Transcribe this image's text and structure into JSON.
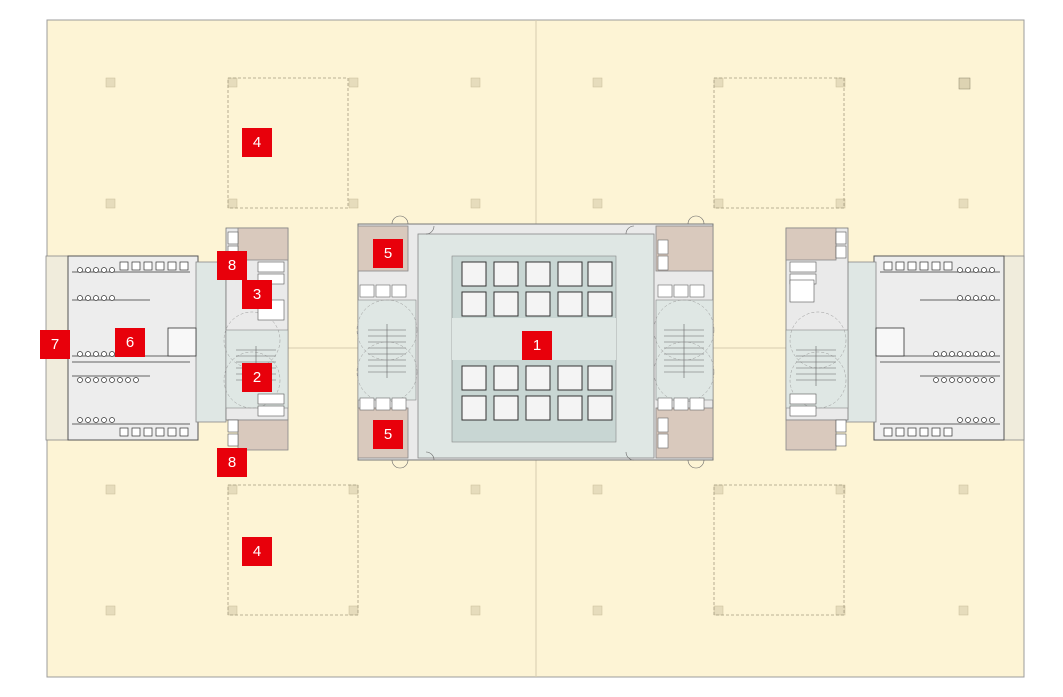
{
  "colors": {
    "floor": "#fdf4d5",
    "outline": "#9c9c9c",
    "core": "#dfe7e4",
    "elevator_hall": "#c8d6d3",
    "room_dark": "#d9c9bd",
    "toilet": "#ededed",
    "fixture": "#444444",
    "marker": "#e8000b",
    "marker_text": "#ffffff"
  },
  "markers": [
    {
      "id": "m1",
      "label": "1"
    },
    {
      "id": "m2",
      "label": "2"
    },
    {
      "id": "m3",
      "label": "3"
    },
    {
      "id": "m4a",
      "label": "4"
    },
    {
      "id": "m4b",
      "label": "4"
    },
    {
      "id": "m5a",
      "label": "5"
    },
    {
      "id": "m5b",
      "label": "5"
    },
    {
      "id": "m6",
      "label": "6"
    },
    {
      "id": "m7",
      "label": "7"
    },
    {
      "id": "m8a",
      "label": "8"
    },
    {
      "id": "m8b",
      "label": "8"
    }
  ]
}
